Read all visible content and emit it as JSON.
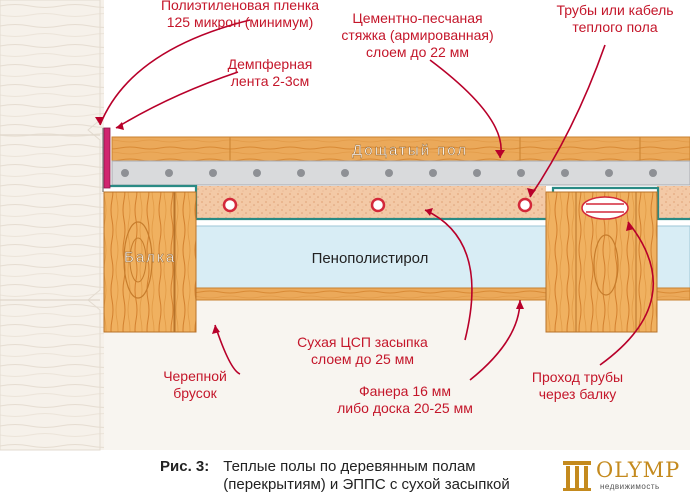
{
  "labels": {
    "film": "Полиэтиленовая пленка\n125 микрон (минимум)",
    "damper": "Демпферная\nлента 2-3см",
    "screed": "Цементно-песчаная\nстяжка (армированная)\nслоем до 22 мм",
    "pipes": "Трубы или кабель\nтеплого пола",
    "board_floor": "Дощатый пол",
    "beam": "Балка",
    "foam": "Пенополистирол",
    "dry_fill": "Сухая ЦСП засыпка\nслоем до 25 мм",
    "skull_bar": "Черепной\nбрусок",
    "plywood": "Фанера 16 мм\nлибо доска  20-25 мм",
    "pipe_pass": "Проход трубы\nчерез балку"
  },
  "caption": {
    "number": "Рис. 3:",
    "text": "Теплые полы по деревянным полам\n(перекрытиям) и ЭППС с сухой засыпкой"
  },
  "logo": {
    "brand": "OLYMP",
    "sub": "недвижимость"
  },
  "colors": {
    "accent": "#c4162a",
    "wood": "#e9a95a",
    "screed": "#f2c6a4",
    "foam": "#d8edf5",
    "film": "#2a8a84",
    "damper": "#d0256f",
    "leader": "#b8002a"
  }
}
